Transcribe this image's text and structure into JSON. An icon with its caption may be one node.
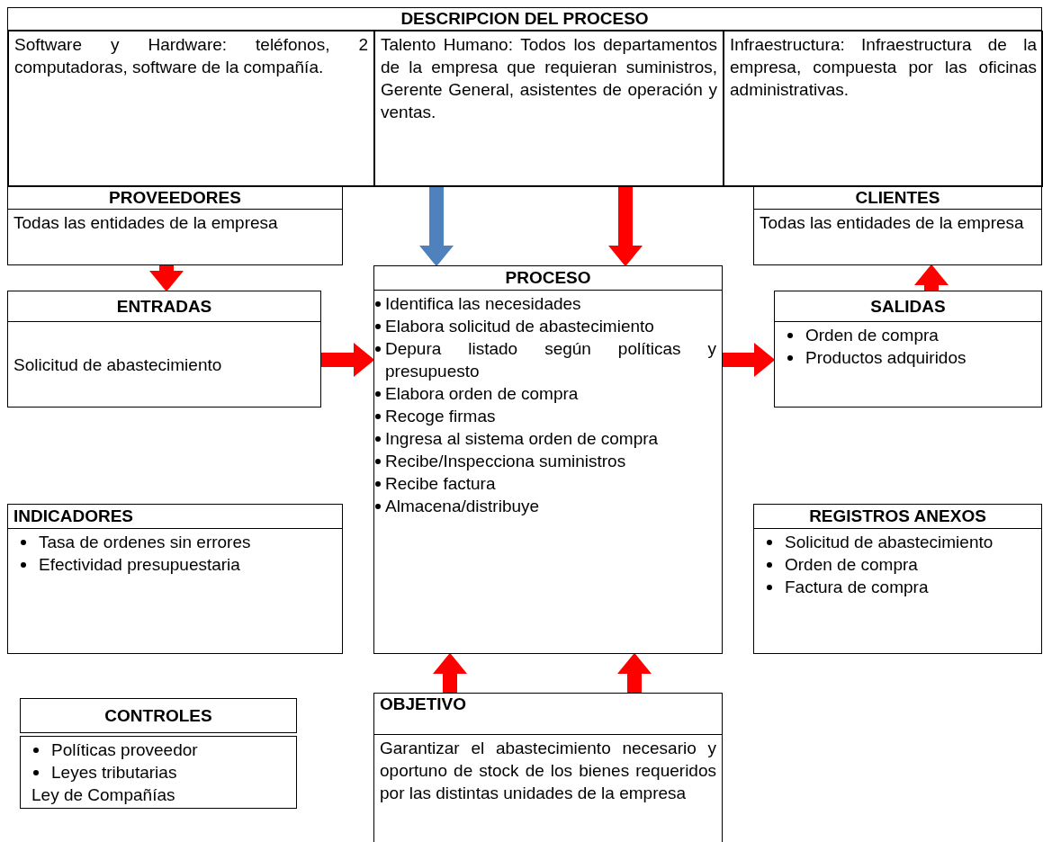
{
  "diagram": {
    "nodes": [
      {
        "text": [
          "DESCRIPCION DEL PROCESO"
        ]
      },
      {
        "text": [
          "Software y Hardware: teléfonos, 2 computadoras, software de la compañía."
        ],
        "in": 0
      },
      {
        "text": [
          "Talento Humano: Todos los departamentos de la empresa que requieran suministros, Gerente General, asistentes de operación y ventas."
        ],
        "in": 0
      },
      {
        "text": [
          "Infraestructura: Infraestructura de la empresa, compuesta por las oficinas administrativas."
        ],
        "in": 0
      },
      {
        "text": [
          "PROVEEDORES",
          "Todas las entidades de la empresa"
        ]
      },
      {
        "text": [
          "CLIENTES",
          "Todas las entidades de la empresa"
        ]
      },
      {
        "text": [
          "ENTRADAS",
          "Solicitud de abastecimiento"
        ]
      },
      {
        "text": [
          "PROCESO",
          "Identifica las necesidades",
          "Elabora solicitud de abastecimiento",
          "Depura listado según políticas y presupuesto",
          "Elabora orden de compra",
          "Recoge firmas",
          "Ingresa al sistema orden de compra",
          "Recibe/Inspecciona suministros",
          "Recibe factura",
          "Almacena/distribuye"
        ]
      },
      {
        "text": [
          "SALIDAS",
          "Orden de compra",
          "Productos adquiridos"
        ]
      },
      {
        "text": [
          "INDICADORES",
          "Tasa de ordenes sin errores",
          "Efectividad presupuestaria"
        ]
      },
      {
        "text": [
          "REGISTROS ANEXOS",
          "Solicitud de abastecimiento",
          "Orden de compra",
          "Factura de compra"
        ]
      },
      {
        "text": [
          "CONTROLES",
          "Políticas proveedor",
          "Leyes tributarias",
          "Ley de Compañías"
        ]
      },
      {
        "text": [
          "OBJETIVO",
          "Garantizar el abastecimiento necesario y oportuno de stock de los bienes requeridos por las distintas unidades de la empresa"
        ]
      }
    ],
    "edges": [
      {
        "from": 0,
        "to": 7,
        "arrow": "to",
        "color": "#4f81bd"
      },
      {
        "from": 0,
        "to": 7,
        "arrow": "to"
      },
      {
        "from": 4,
        "to": 6,
        "arrow": "to"
      },
      {
        "from": 6,
        "to": 7,
        "arrow": "to"
      },
      {
        "from": 7,
        "to": 8,
        "arrow": "to"
      },
      {
        "from": 8,
        "to": 5,
        "arrow": "to"
      },
      {
        "from": 12,
        "to": 7,
        "arrow": "to"
      },
      {
        "from": 12,
        "to": 7,
        "arrow": "to"
      }
    ]
  }
}
